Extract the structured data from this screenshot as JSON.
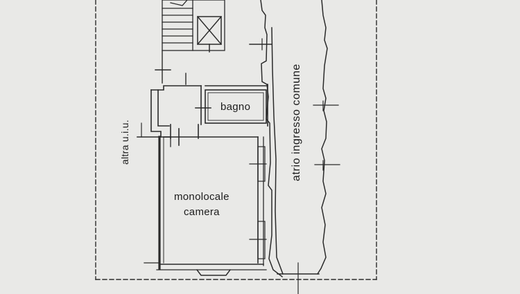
{
  "plan": {
    "rooms": {
      "bathroom": "bagno",
      "studio_line1": "monolocale",
      "studio_line2": "camera"
    },
    "side_labels": {
      "other_unit": "altra u.i.u.",
      "common_atrium": "atrio ingresso comune"
    },
    "colors": {
      "paper": "#e9e9e7",
      "ink": "#2a2a2a"
    }
  }
}
